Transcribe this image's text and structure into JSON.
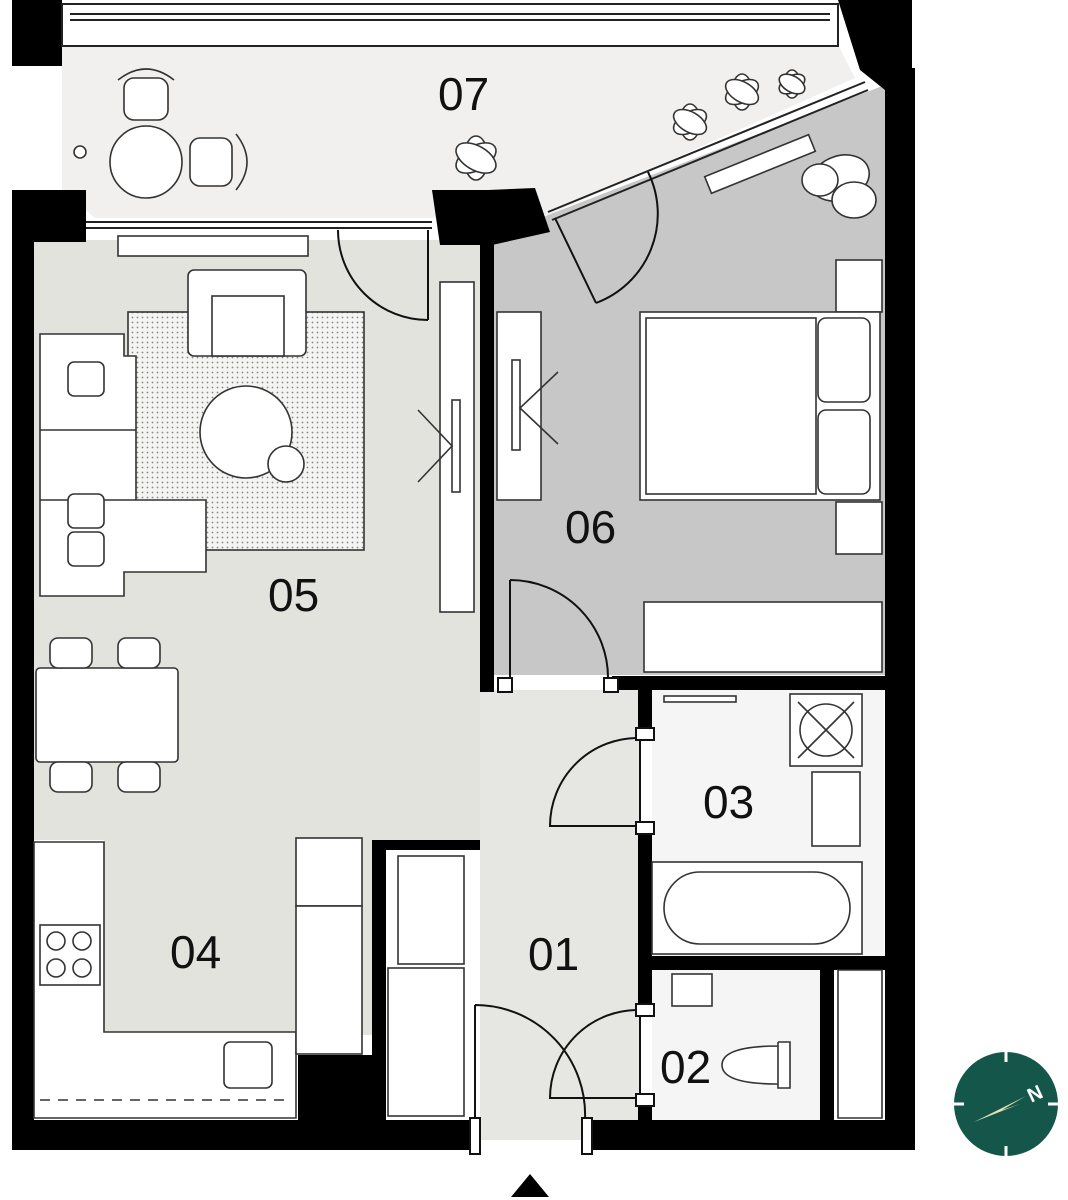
{
  "colors": {
    "wall": "#000000",
    "living_floor": "#e3e3de",
    "bedroom_floor": "#c7c7c7",
    "terrace_floor": "#f1f0ef",
    "bath_floor": "#f6f5f5",
    "hall_floor": "#e6e6e2",
    "furniture_fill": "#ffffff",
    "furniture_stroke": "#333333",
    "compass": "#14574a",
    "compass_needle": "#e8dfb5"
  },
  "rooms": {
    "r01": "01",
    "r02": "02",
    "r03": "03",
    "r04": "04",
    "r05": "05",
    "r06": "06",
    "r07": "07"
  },
  "compass": {
    "north_label": "N",
    "icon": "compass-icon"
  },
  "entrance": {
    "icon": "entrance-arrow-icon"
  }
}
